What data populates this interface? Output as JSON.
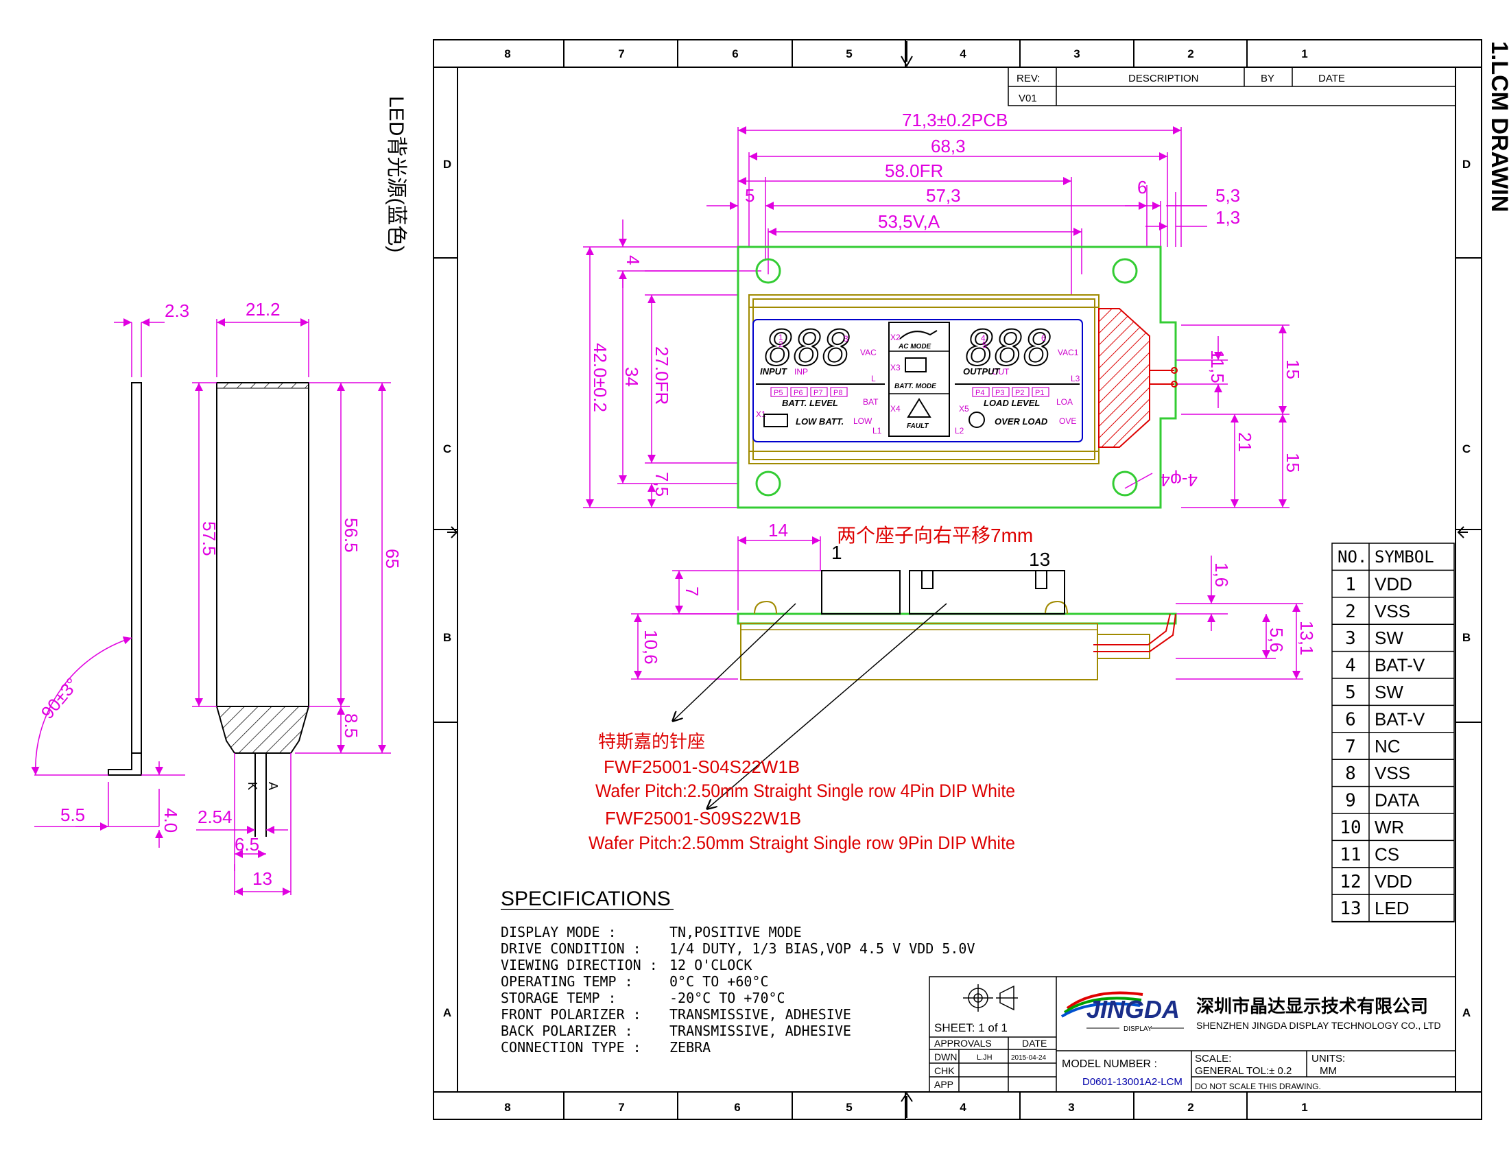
{
  "title": "1.LCM DRAWIN",
  "backlight_note": "LED背光源(蓝色)",
  "grid": {
    "cols": [
      "8",
      "7",
      "6",
      "5",
      "4",
      "3",
      "2",
      "1"
    ],
    "rows": [
      "D",
      "C",
      "B",
      "A"
    ]
  },
  "revision": {
    "headers": [
      "REV:",
      "DESCRIPTION",
      "BY",
      "DATE"
    ],
    "rev": "V01"
  },
  "dims_top": {
    "pcb": "71,3±0.2PCB",
    "d683": "68,3",
    "fr": "58.0FR",
    "d5": "5",
    "d573": "57,3",
    "d6": "6",
    "d53": "5,3",
    "va": "53,5V,A",
    "d13": "1,3",
    "d4": "4",
    "h42": "42.0±0.2",
    "h34": "34",
    "h27fr": "27.0FR",
    "h75": "7,5",
    "h115": "11,5",
    "h15a": "15",
    "h21": "21",
    "h15b": "15",
    "holes": "4-φ4"
  },
  "lcd": {
    "digits_left": "888",
    "digits_right": "888",
    "seg1": "1",
    "seg2": "2",
    "seg3": "3",
    "seg4": "4",
    "seg5": "5",
    "seg6": "6",
    "vac": "VAC",
    "vac1": "VAC1",
    "input": "INPUT",
    "inp": "INP",
    "output": "OUTPUT",
    "out": "OUT",
    "l1": "L",
    "l1b": "L1",
    "l2": "L2",
    "l3": "L3",
    "x1": "X1",
    "x2": "X2",
    "x3": "X3",
    "x4": "X4",
    "x5": "X5",
    "ac_mode": "AC MODE",
    "batt_mode": "BATT. MODE",
    "fault": "FAULT",
    "batt_boxes": [
      "P5",
      "P6",
      "P7",
      "P8"
    ],
    "batt_level": "BATT.  LEVEL",
    "bat": "BAT",
    "load_boxes": [
      "P4",
      "P3",
      "P2",
      "P1"
    ],
    "load_level": "LOAD  LEVEL",
    "loa": "LOA",
    "low_batt": "LOW BATT.",
    "low": "LOW",
    "over_load": "OVER LOAD",
    "ove": "OVE"
  },
  "side_view": {
    "d14": "14",
    "note": "两个座子向右平移7mm",
    "pin1": "1",
    "pin13": "13",
    "d7": "7",
    "d106": "10,6",
    "d16": "1,6",
    "d56": "5,6",
    "d131": "13,1"
  },
  "connector": {
    "cn_label": "特斯嘉的针座",
    "part1": "FWF25001-S04S22W1B",
    "desc1": "Wafer Pitch:2.50mm Straight Single row 4Pin DIP White",
    "part2": "FWF25001-S09S22W1B",
    "desc2": "Wafer Pitch:2.50mm Straight Single row 9Pin DIP White"
  },
  "led_view": {
    "d23": "2.3",
    "d212": "21.2",
    "d575": "57.5",
    "d565": "56.5",
    "d65": "65",
    "d85": "8.5",
    "angle": "90±3°",
    "d55": "5.5",
    "d40": "4.0",
    "d254": "2.54",
    "d65b": "6.5",
    "d13": "13",
    "k": "K",
    "a": "A"
  },
  "pin_table": {
    "headers": [
      "NO.",
      "SYMBOL"
    ],
    "rows": [
      [
        "1",
        "VDD"
      ],
      [
        "2",
        "VSS"
      ],
      [
        "3",
        "SW"
      ],
      [
        "4",
        "BAT-V"
      ],
      [
        "5",
        "SW"
      ],
      [
        "6",
        "BAT-V"
      ],
      [
        "7",
        "NC"
      ],
      [
        "8",
        "VSS"
      ],
      [
        "9",
        "DATA"
      ],
      [
        "10",
        "WR"
      ],
      [
        "11",
        "CS"
      ],
      [
        "12",
        "VDD"
      ],
      [
        "13",
        "LED"
      ]
    ]
  },
  "specs": {
    "title": "SPECIFICATIONS",
    "rows": [
      [
        "DISPLAY MODE :",
        "TN,POSITIVE MODE"
      ],
      [
        "DRIVE CONDITION :",
        "1/4 DUTY, 1/3 BIAS,VOP 4.5 V VDD 5.0V"
      ],
      [
        "VIEWING DIRECTION :",
        "12 O'CLOCK"
      ],
      [
        "OPERATING TEMP :",
        "0°C TO +60°C"
      ],
      [
        "STORAGE TEMP :",
        "-20°C TO +70°C"
      ],
      [
        "FRONT POLARIZER :",
        "TRANSMISSIVE, ADHESIVE"
      ],
      [
        "BACK POLARIZER :",
        "TRANSMISSIVE, ADHESIVE"
      ],
      [
        "CONNECTION TYPE :",
        "ZEBRA"
      ]
    ]
  },
  "title_block": {
    "sheet": "SHEET:  1  of  1",
    "approvals": "APPROVALS",
    "date": "DATE",
    "dwn": "DWN",
    "dwn_name": "L.JH",
    "dwn_date": "2015-04-24",
    "chk": "CHK",
    "app": "APP",
    "model_label": "MODEL NUMBER :",
    "model": "D0601-13001A2-LCM",
    "scale": "SCALE:",
    "tol": "GENERAL TOL:± 0.2",
    "units": "UNITS:",
    "units_val": "MM",
    "noscale": "DO NOT SCALE THIS DRAWING.",
    "logo": "JINGDA",
    "logo_sub": "DISPLAY",
    "company_cn": "深圳市晶达显示技术有限公司",
    "company_en": "SHENZHEN  JINGDA  DISPLAY TECHNOLOGY  CO., LTD"
  },
  "colors": {
    "dim": "#e000e0",
    "pcb": "#33cc33",
    "frame": "#a08a00",
    "lcd": "#0000cc",
    "seg": "#cc00cc",
    "red": "#dd0000",
    "ink": "#000000"
  }
}
